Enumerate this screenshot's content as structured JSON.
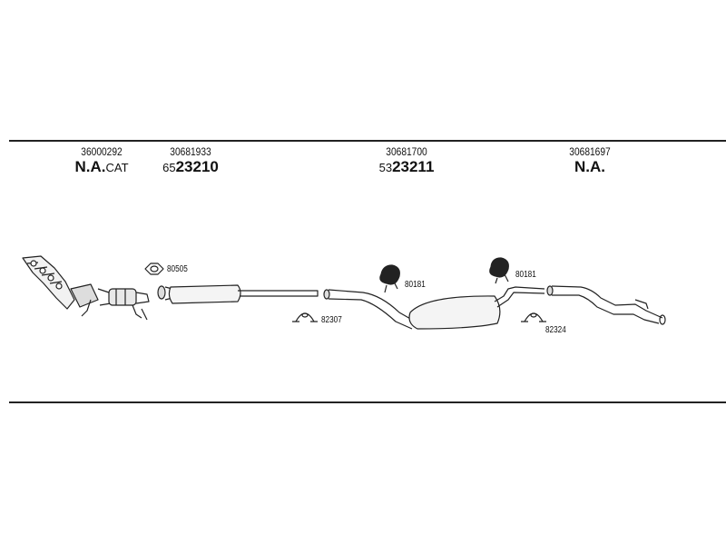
{
  "columns": [
    {
      "part_no": "36000292",
      "main": "N.A.",
      "suffix": "CAT",
      "prefix": ""
    },
    {
      "part_no": "30681933",
      "main": "23210",
      "suffix": "",
      "prefix": "65"
    },
    {
      "part_no": "30681700",
      "main": "23211",
      "suffix": "",
      "prefix": "53"
    },
    {
      "part_no": "30681697",
      "main": "N.A.",
      "suffix": "",
      "prefix": ""
    }
  ],
  "labels": {
    "gasket": "80505",
    "clamp1": "82307",
    "hanger1": "80181",
    "hanger2": "80181",
    "clamp2": "82324"
  }
}
